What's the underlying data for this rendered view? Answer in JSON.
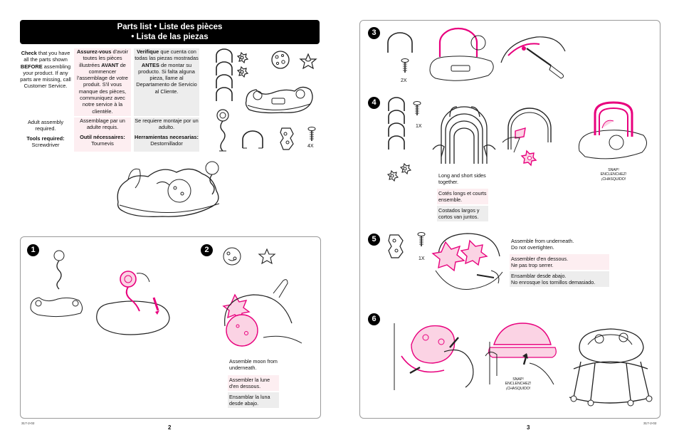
{
  "header": {
    "line1": "Parts list  •  Liste des pièces",
    "line2": "•  Lista de las piezas"
  },
  "intro": {
    "en_check": "Check",
    "en_check_rest_a": " that you have all the parts shown ",
    "en_before": "BEFORE",
    "en_check_rest_b": " assembling your product. If any parts are missing, call Customer Service.",
    "fr_assurez": "Assurez-vous",
    "fr_rest_a": " d'avoir toutes les pièces illustrées ",
    "fr_avant": "AVANT",
    "fr_rest_b": " de commencer l'assemblage de votre produit. S'il vous manque des pièces, communiquez avec notre service à la clientèle.",
    "es_verifique": "Verifique",
    "es_rest_a": " que cuenta con todas las piezas mostradas ",
    "es_antes": "ANTES",
    "es_rest_b": " de montar su producto. Si falta alguna pieza, llame al Departamento de Servicio al Cliente."
  },
  "assembly": {
    "en_adult": "Adult assembly required.",
    "en_tools_label": "Tools required:",
    "en_tools": "Screwdriver",
    "fr_adult": "Assemblage par un adulte requis.",
    "fr_tools_label": "Outil nécessaires:",
    "fr_tools": "Tournevis",
    "es_adult": "Se requiere montaje por un adulto.",
    "es_tools_label": "Herramientas necesarias:",
    "es_tools": " Destornillador"
  },
  "quantities": {
    "parts_screw": "4X",
    "step3_screw": "2X",
    "step4_screw": "1X",
    "step5_screw": "1X"
  },
  "steps": {
    "s1": "1",
    "s2": "2",
    "s3": "3",
    "s4": "4",
    "s5": "5",
    "s6": "6"
  },
  "step2": {
    "en": "Assemble moon from underneath.",
    "fr": "Assembler la lune d'en dessous.",
    "es": "Ensamblar la luna desde abajo."
  },
  "step4": {
    "en": "Long and short sides together.",
    "fr": "Cotés longs et courts ensemble.",
    "es": "Costados largos y cortos van juntos.",
    "snap1": "SNAP!",
    "snap2": "ENCLENCHEZ!",
    "snap3": "¡CHASQUIDO!"
  },
  "step5": {
    "en1": "Assemble from underneath.",
    "en2": "Do not overtighten.",
    "fr1": "Assembler d'en dessous.",
    "fr2": "Ne pas trop serrer.",
    "es1": "Ensamblar desde abajo.",
    "es2": "No enrosque los tornillos demasiado."
  },
  "step6": {
    "snap1": "SNAP!",
    "snap2": "ENCLENCHEZ!",
    "snap3": "¡CHASQUIDO!"
  },
  "footer": {
    "code_left": "317-2-02",
    "page_left": "2",
    "page_right": "3",
    "code_right": "317-2-02"
  },
  "colors": {
    "accent_pink": "#e8007d",
    "note_pink": "#fdeef1",
    "note_gray": "#ededed"
  }
}
